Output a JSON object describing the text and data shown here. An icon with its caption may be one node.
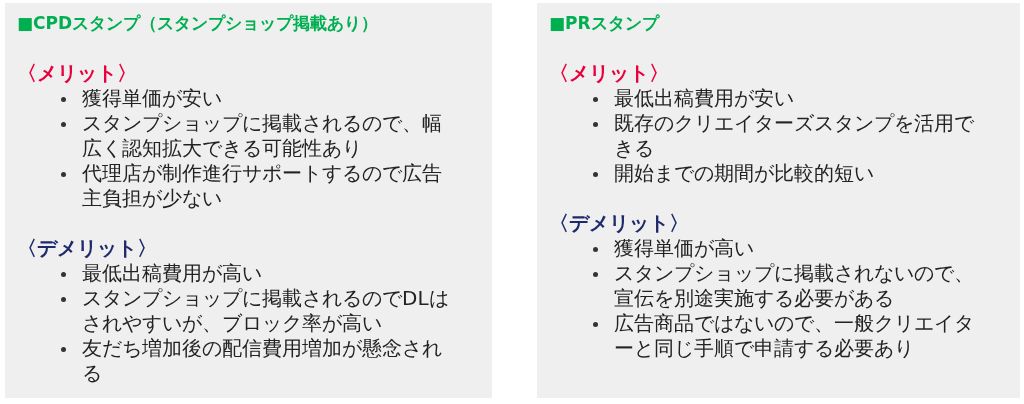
{
  "diagram": {
    "nodes": [
      {
        "text": [
          "■CPDスタンプ（スタンプショップ掲載あり）",
          "〈メリット〉",
          "獲得単価が安い",
          "スタンプショップに掲載されるので、幅広く認知拡大できる可能性あり",
          "代理店が制作進行サポートするので広告主負担が少ない",
          "〈デメリット〉",
          "最低出稿費用が高い",
          "スタンプショップに掲載されるのでDLはされやすいが、ブロック率が高い",
          "友だち増加後の配信費用増加が懸念される"
        ]
      },
      {
        "text": [
          "■PRスタンプ",
          "〈メリット〉",
          "最低出稿費用が安い",
          "既存のクリエイターズスタンプを活用できる",
          "開始までの期間が比較的短い",
          "〈デメリット〉",
          "獲得単価が高い",
          "スタンプショップに掲載されないので、宣伝を別途実施する必要がある",
          "広告商品ではないので、一般クリエイターと同じ手順で申請する必要あり"
        ]
      }
    ]
  }
}
